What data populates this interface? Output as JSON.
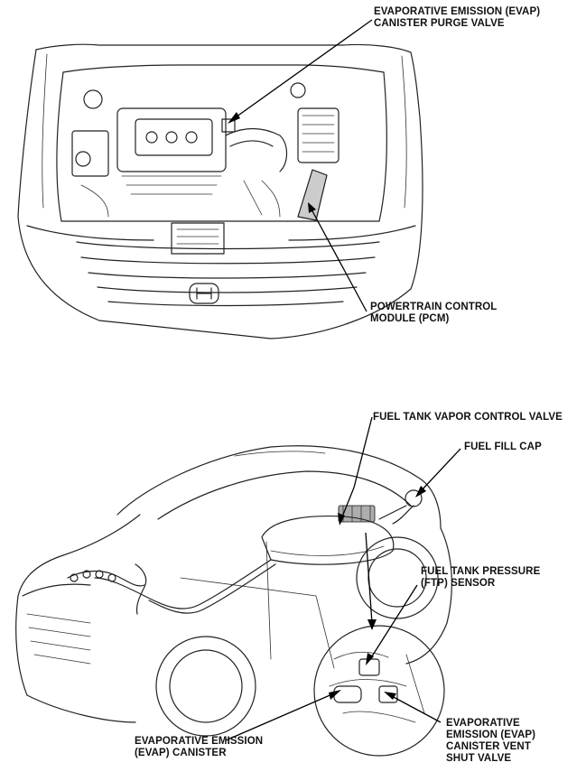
{
  "figure_top": {
    "labels": {
      "evap_purge_valve": [
        "EVAPORATIVE EMISSION (EVAP)",
        "CANISTER PURGE VALVE"
      ],
      "pcm": [
        "POWERTRAIN CONTROL",
        "MODULE (PCM)"
      ]
    }
  },
  "figure_bottom": {
    "labels": {
      "vapor_control_valve": [
        "FUEL TANK VAPOR CONTROL VALVE"
      ],
      "fuel_fill_cap": [
        "FUEL FILL CAP"
      ],
      "ftp_sensor": [
        "FUEL TANK PRESSURE",
        "(FTP) SENSOR"
      ],
      "evap_canister": [
        "EVAPORATIVE EMISSION",
        "(EVAP) CANISTER"
      ],
      "vent_shut_valve": [
        "EVAPORATIVE",
        "EMISSION (EVAP)",
        "CANISTER VENT",
        "SHUT VALVE"
      ]
    }
  }
}
